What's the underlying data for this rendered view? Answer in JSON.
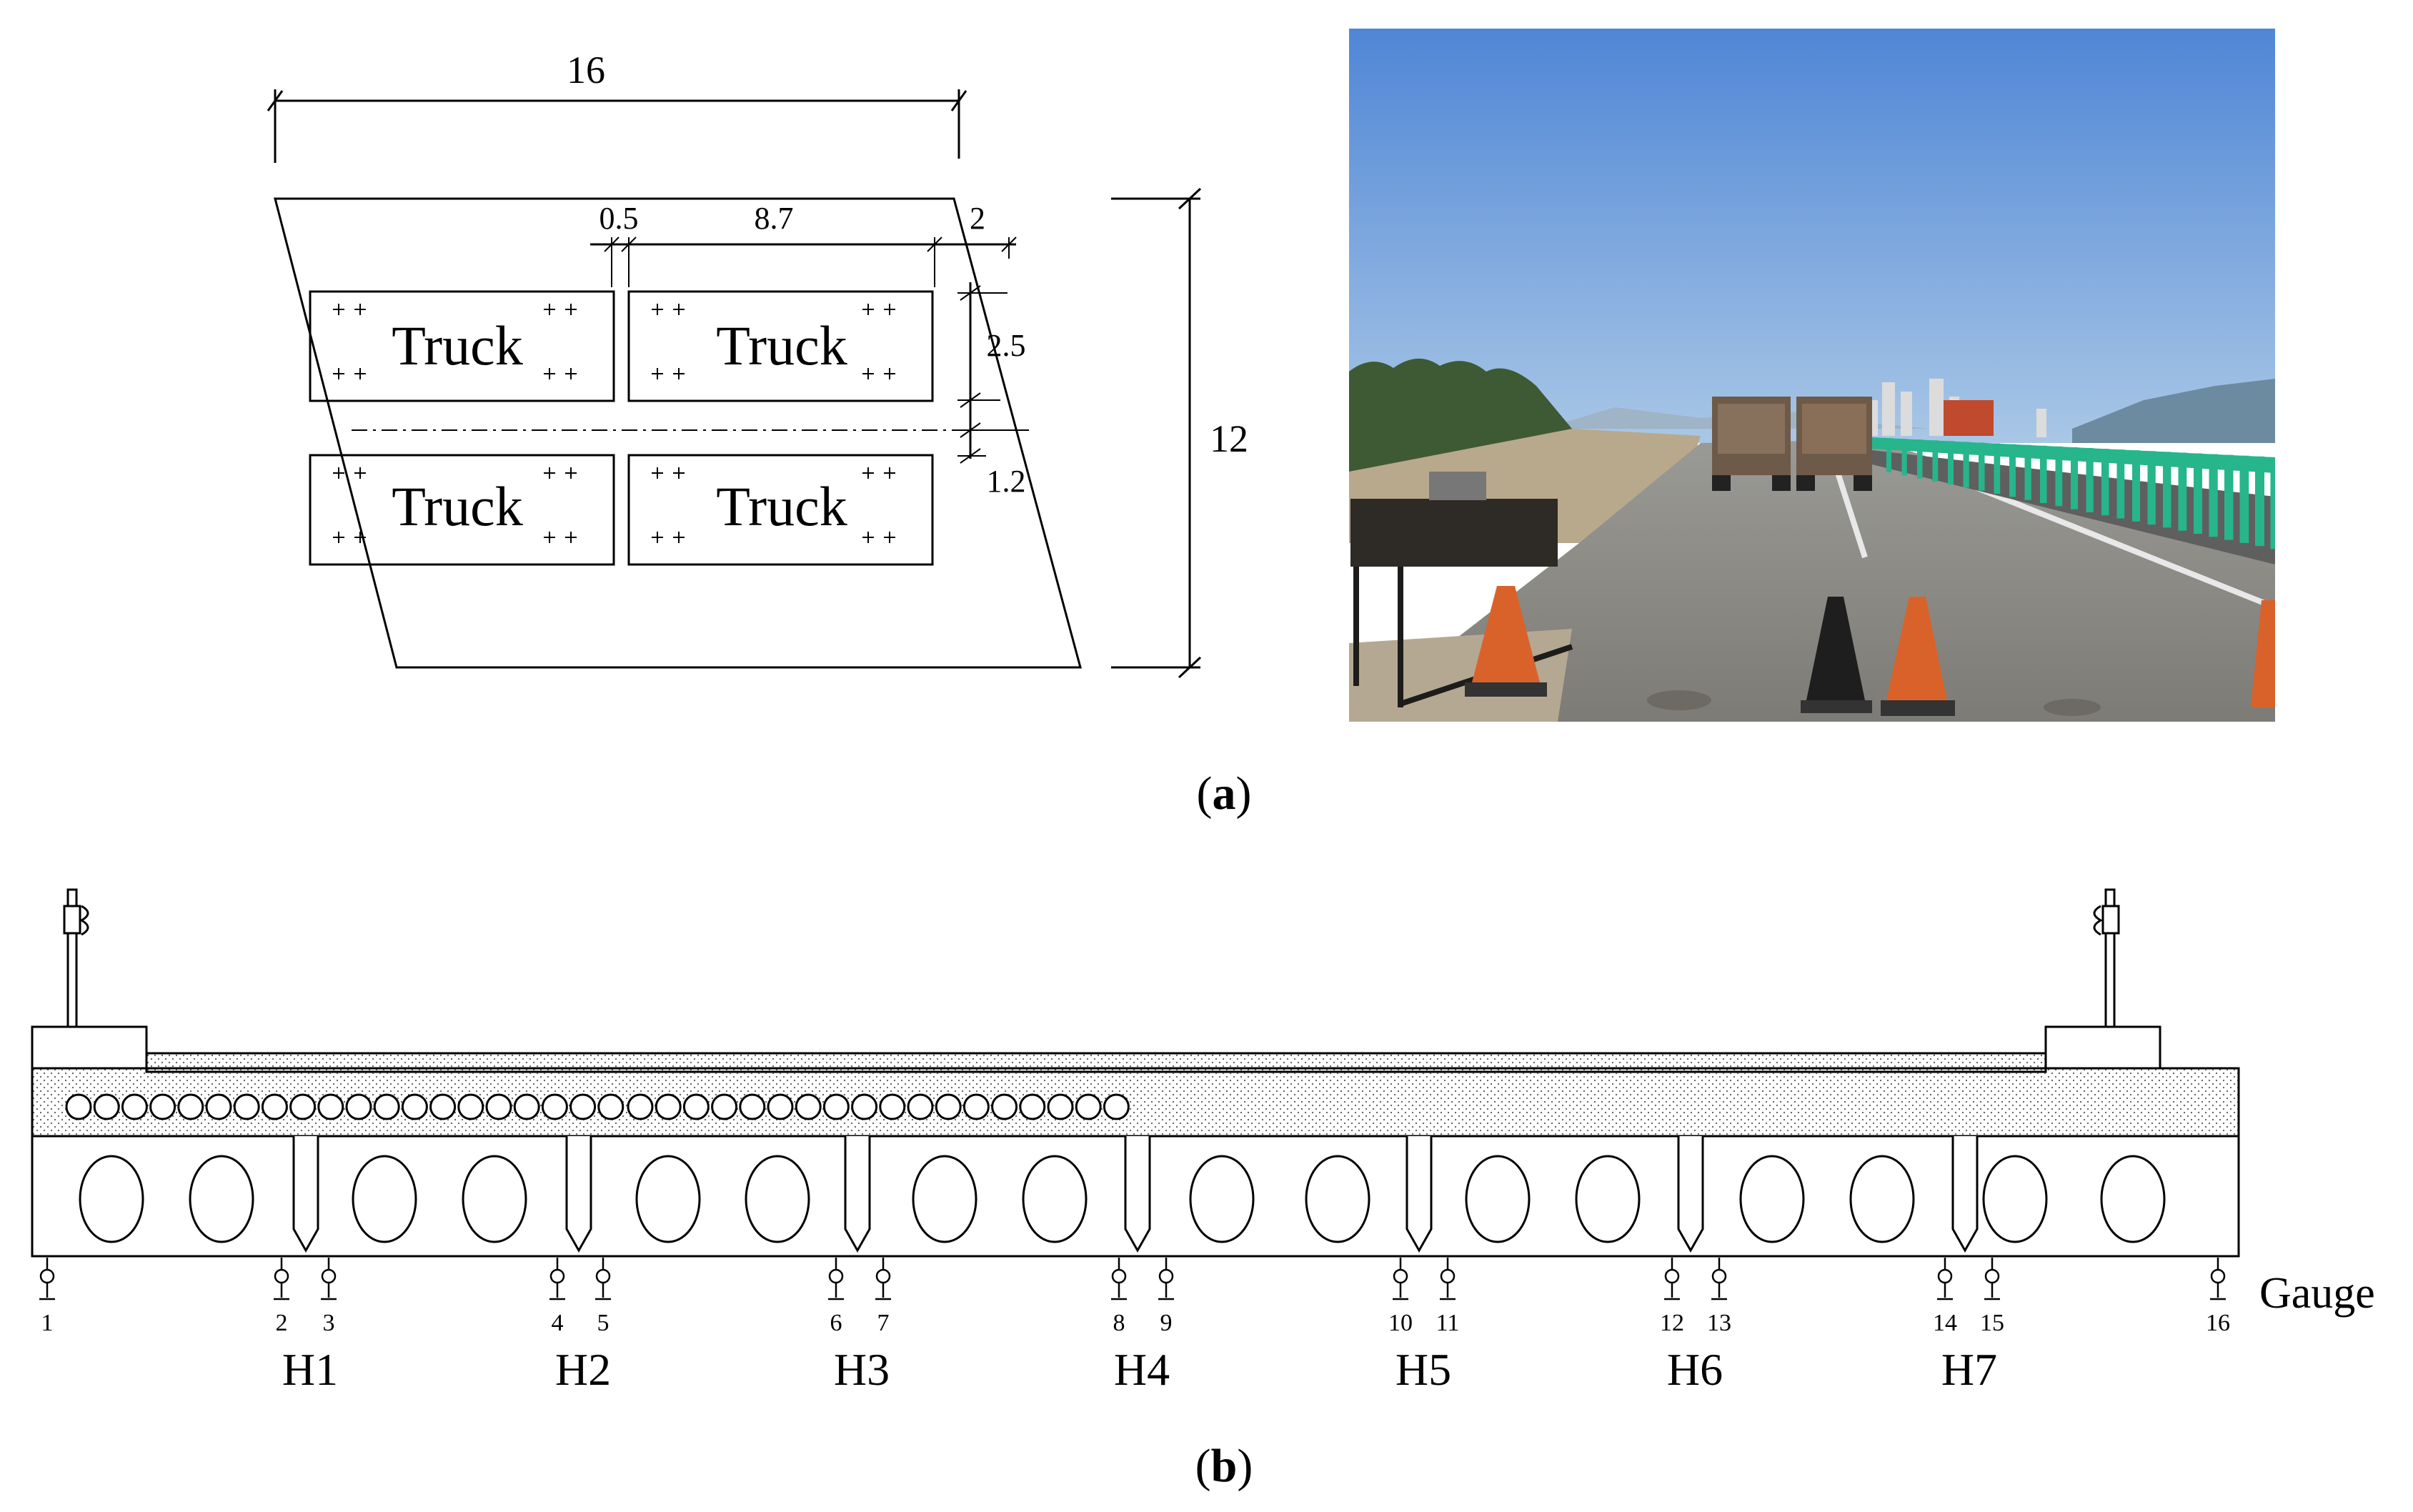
{
  "panel_a": {
    "caption_letter": "a",
    "plan": {
      "dim_overall_length": "16",
      "dim_width": "12",
      "dim_gap": "0.5",
      "dim_truck_length": "8.7",
      "dim_edge_offset": "2",
      "dim_truck_width": "2.5",
      "dim_center_offset": "1.2",
      "truck_labels": [
        "Truck",
        "Truck",
        "Truck",
        "Truck"
      ]
    },
    "photo": {
      "colors": {
        "sky_top": "#4f86d6",
        "sky_bottom": "#a9c7e6",
        "road": "#8d8c88",
        "barrier_green": "#27b58c",
        "cone_orange": "#d9622b",
        "truck_body": "#6e5a48"
      }
    }
  },
  "panel_b": {
    "caption_letter": "b",
    "hinge_labels": [
      "H1",
      "H2",
      "H3",
      "H4",
      "H5",
      "H6",
      "H7"
    ],
    "gauge_numbers": [
      "1",
      "2",
      "3",
      "4",
      "5",
      "6",
      "7",
      "8",
      "9",
      "10",
      "11",
      "12",
      "13",
      "14",
      "15",
      "16"
    ],
    "gauge_label": "Gauge"
  }
}
